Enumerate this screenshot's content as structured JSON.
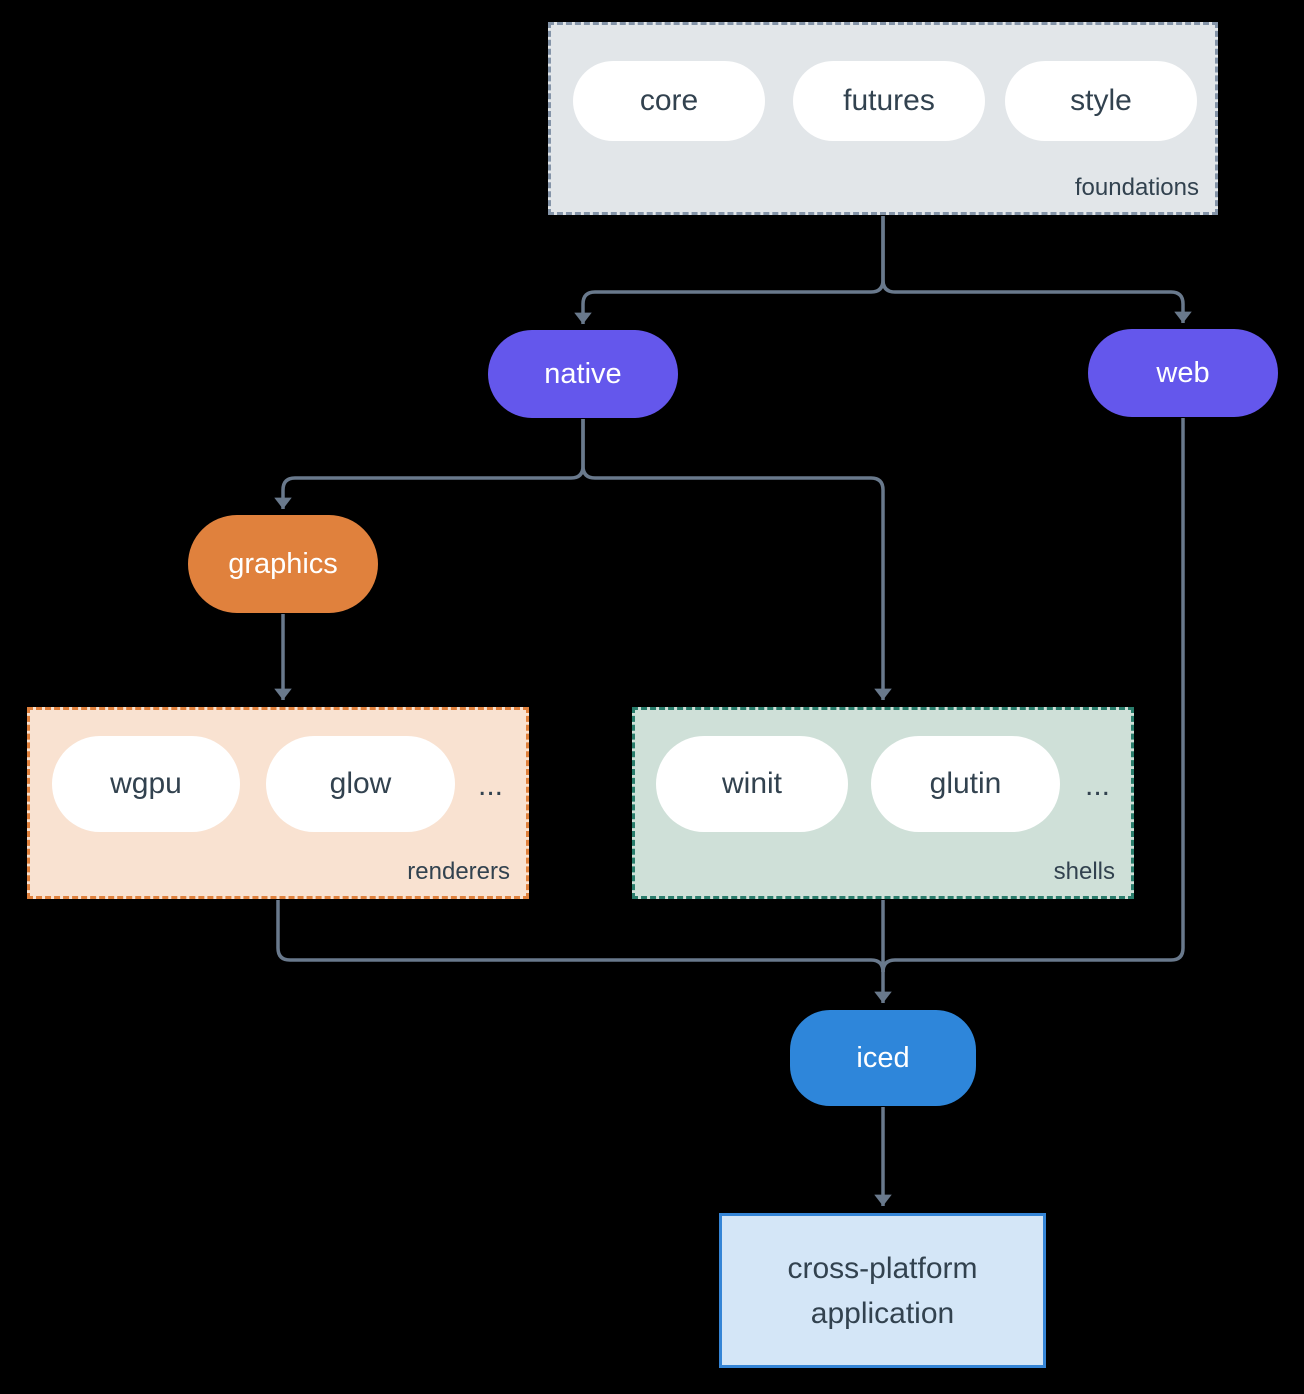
{
  "colors": {
    "background": "#000000",
    "arrow": "#69798c",
    "purple": "#6457ec",
    "orange": "#e0813d",
    "blue": "#2e86da",
    "dark_text": "#32424f",
    "white": "#ffffff",
    "foundations_fill": "#e2e6e9",
    "foundations_border": "#8494a8",
    "renderers_fill": "#f9e2d1",
    "renderers_border": "#e0813d",
    "shells_fill": "#cfe0d8",
    "shells_border": "#2a7d6c",
    "app_fill": "#d4e6f7",
    "app_border": "#3585d6"
  },
  "groups": {
    "foundations": {
      "label": "foundations",
      "pills": [
        "core",
        "futures",
        "style"
      ]
    },
    "renderers": {
      "label": "renderers",
      "pills": [
        "wgpu",
        "glow"
      ],
      "ellipsis": "..."
    },
    "shells": {
      "label": "shells",
      "pills": [
        "winit",
        "glutin"
      ],
      "ellipsis": "..."
    }
  },
  "nodes": {
    "native": "native",
    "web": "web",
    "graphics": "graphics",
    "iced": "iced",
    "application": {
      "line1": "cross-platform",
      "line2": "application"
    }
  }
}
